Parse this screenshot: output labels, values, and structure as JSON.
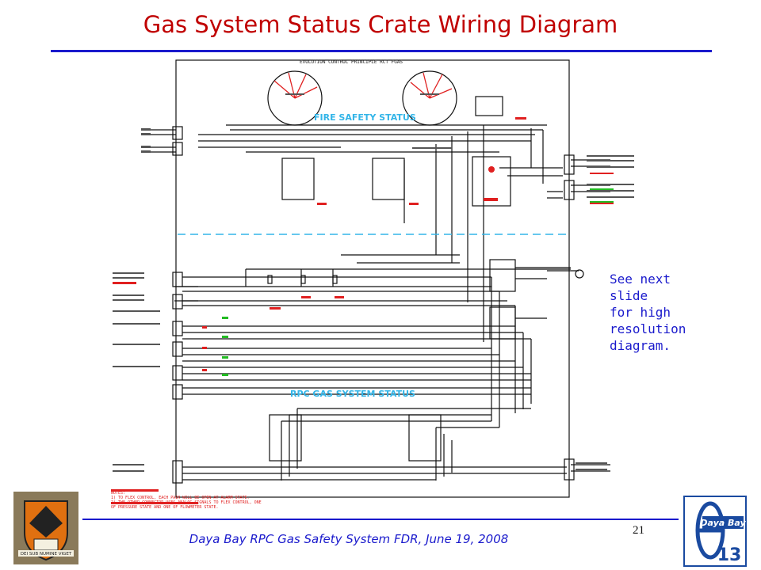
{
  "title": "Gas System Status Crate Wiring Diagram",
  "diagram": {
    "header_text": "EVOLUTION CONTROL  PRINCIPLE  RCT FGAS",
    "fire_section": "FIRE SAFETY STATUS",
    "rpc_section": "RPC GAS SYSTEM STATUS",
    "notes_label": "NOTES:",
    "notes": [
      "1) TO FLEX CONTROL, EACH PAIR WILL BE OPEN AT ALARM STATE.",
      "2) THE OTHER CONNECTOR USES ANALOG SIGNALS TO FLEX CONTROL, ONE",
      "OF PRESSURE STATE AND ONE OF FLOWMETER STATE."
    ]
  },
  "side_note": [
    "See next slide",
    "for high",
    "resolution",
    "diagram."
  ],
  "footer": "Daya Bay RPC Gas Safety System FDR, June 19, 2008",
  "page_number": "21",
  "logos": {
    "left": "DEI SUB NUMINE VIGET",
    "right_name": "Daya Bay",
    "right_number": "13"
  },
  "colors": {
    "title": "#c00000",
    "accent_blue": "#1a1acc",
    "section_cyan": "#33b5e8",
    "alarm_red": "#e02020",
    "signal_green": "#22bb22"
  }
}
